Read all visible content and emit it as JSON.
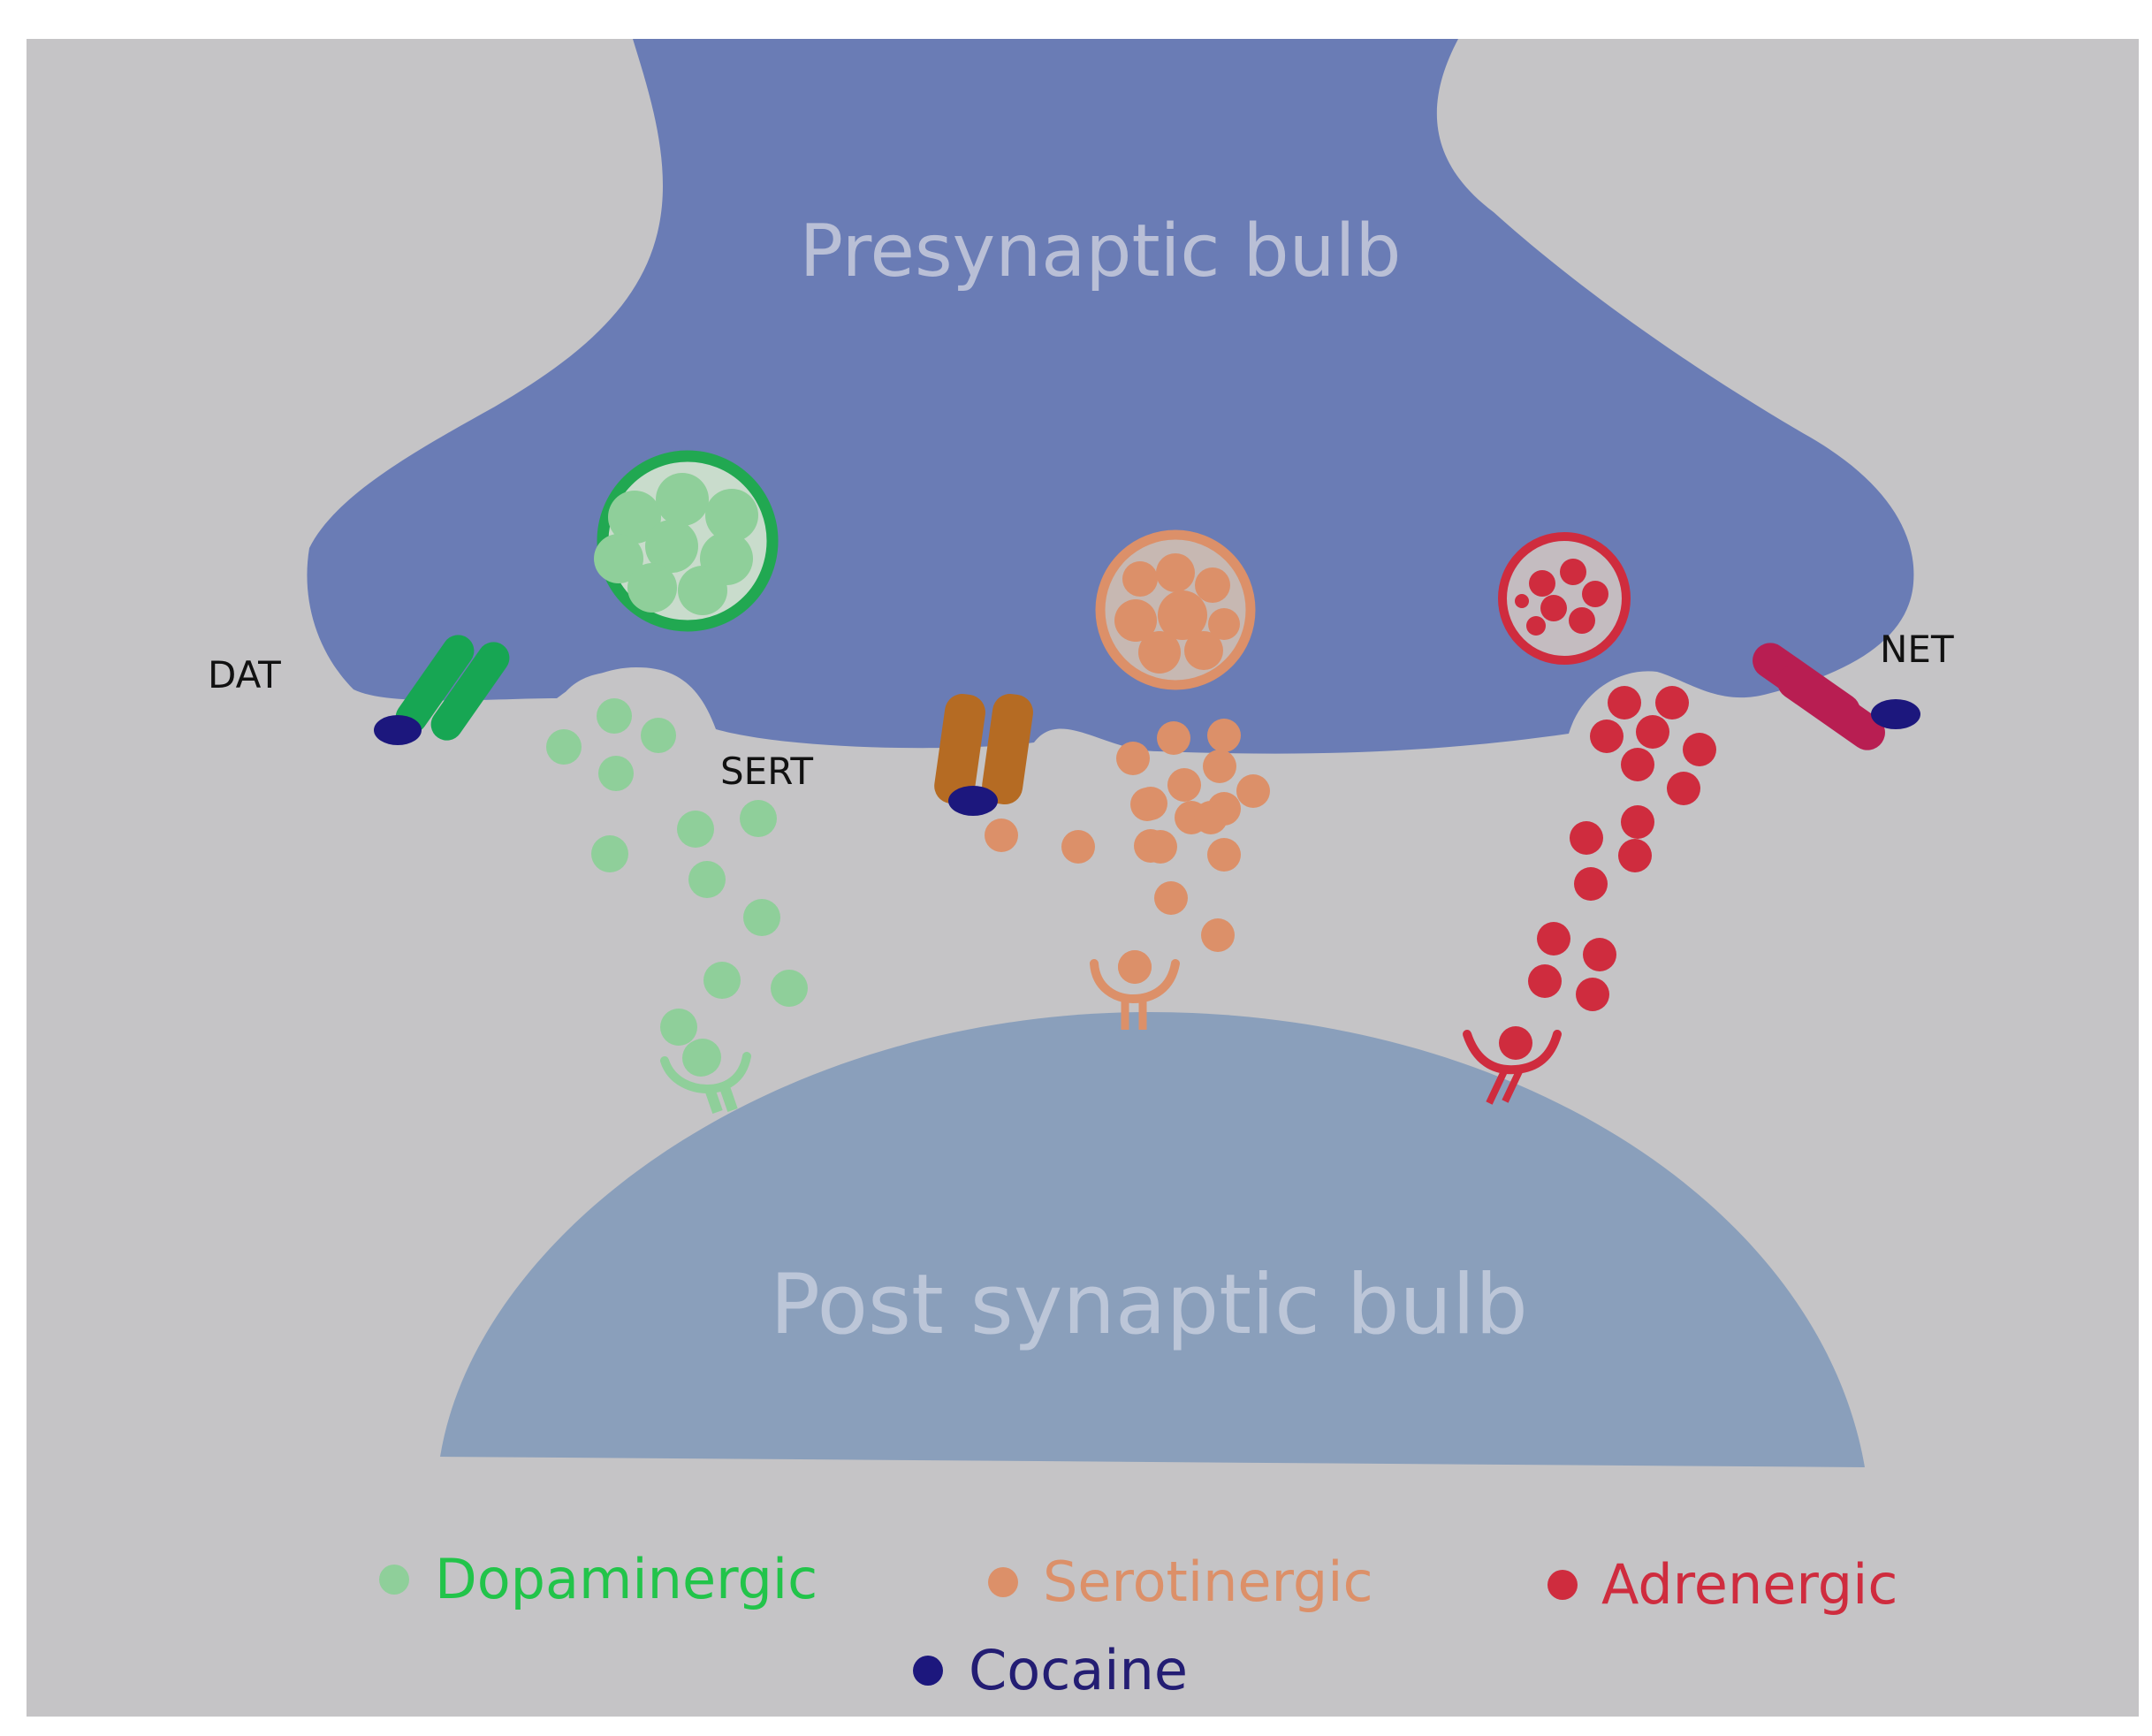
{
  "labels": {
    "presynaptic": "Presynaptic bulb",
    "postsynaptic": "Post synaptic bulb",
    "dat": "DAT",
    "sert": "SERT",
    "net": "NET"
  },
  "legend": [
    {
      "label": "Dopaminergic",
      "text_color": "#22c44a",
      "dot_color": "#8fcf9a"
    },
    {
      "label": "Serotinergic",
      "text_color": "#dc9069",
      "dot_color": "#dc9069"
    },
    {
      "label": "Adrenergic",
      "text_color": "#cf2c3e",
      "dot_color": "#cf2c3e"
    },
    {
      "label": "Cocaine",
      "text_color": "#231d73",
      "dot_color": "#1c177d"
    }
  ],
  "colors": {
    "background": "#c5c4c6",
    "presynaptic_fill": "#6a7cb5",
    "postsynaptic_fill": "#8a9fbb",
    "dopamine": "#8fcf9a",
    "dopamine_vesicle_ring": "#21a851",
    "serotonin": "#dc9069",
    "adrenaline": "#cf2c3e",
    "cocaine": "#1c177d",
    "dat_transporter": "#17a653",
    "sert_transporter": "#b56b23",
    "net_transporter": "#b81e52"
  }
}
